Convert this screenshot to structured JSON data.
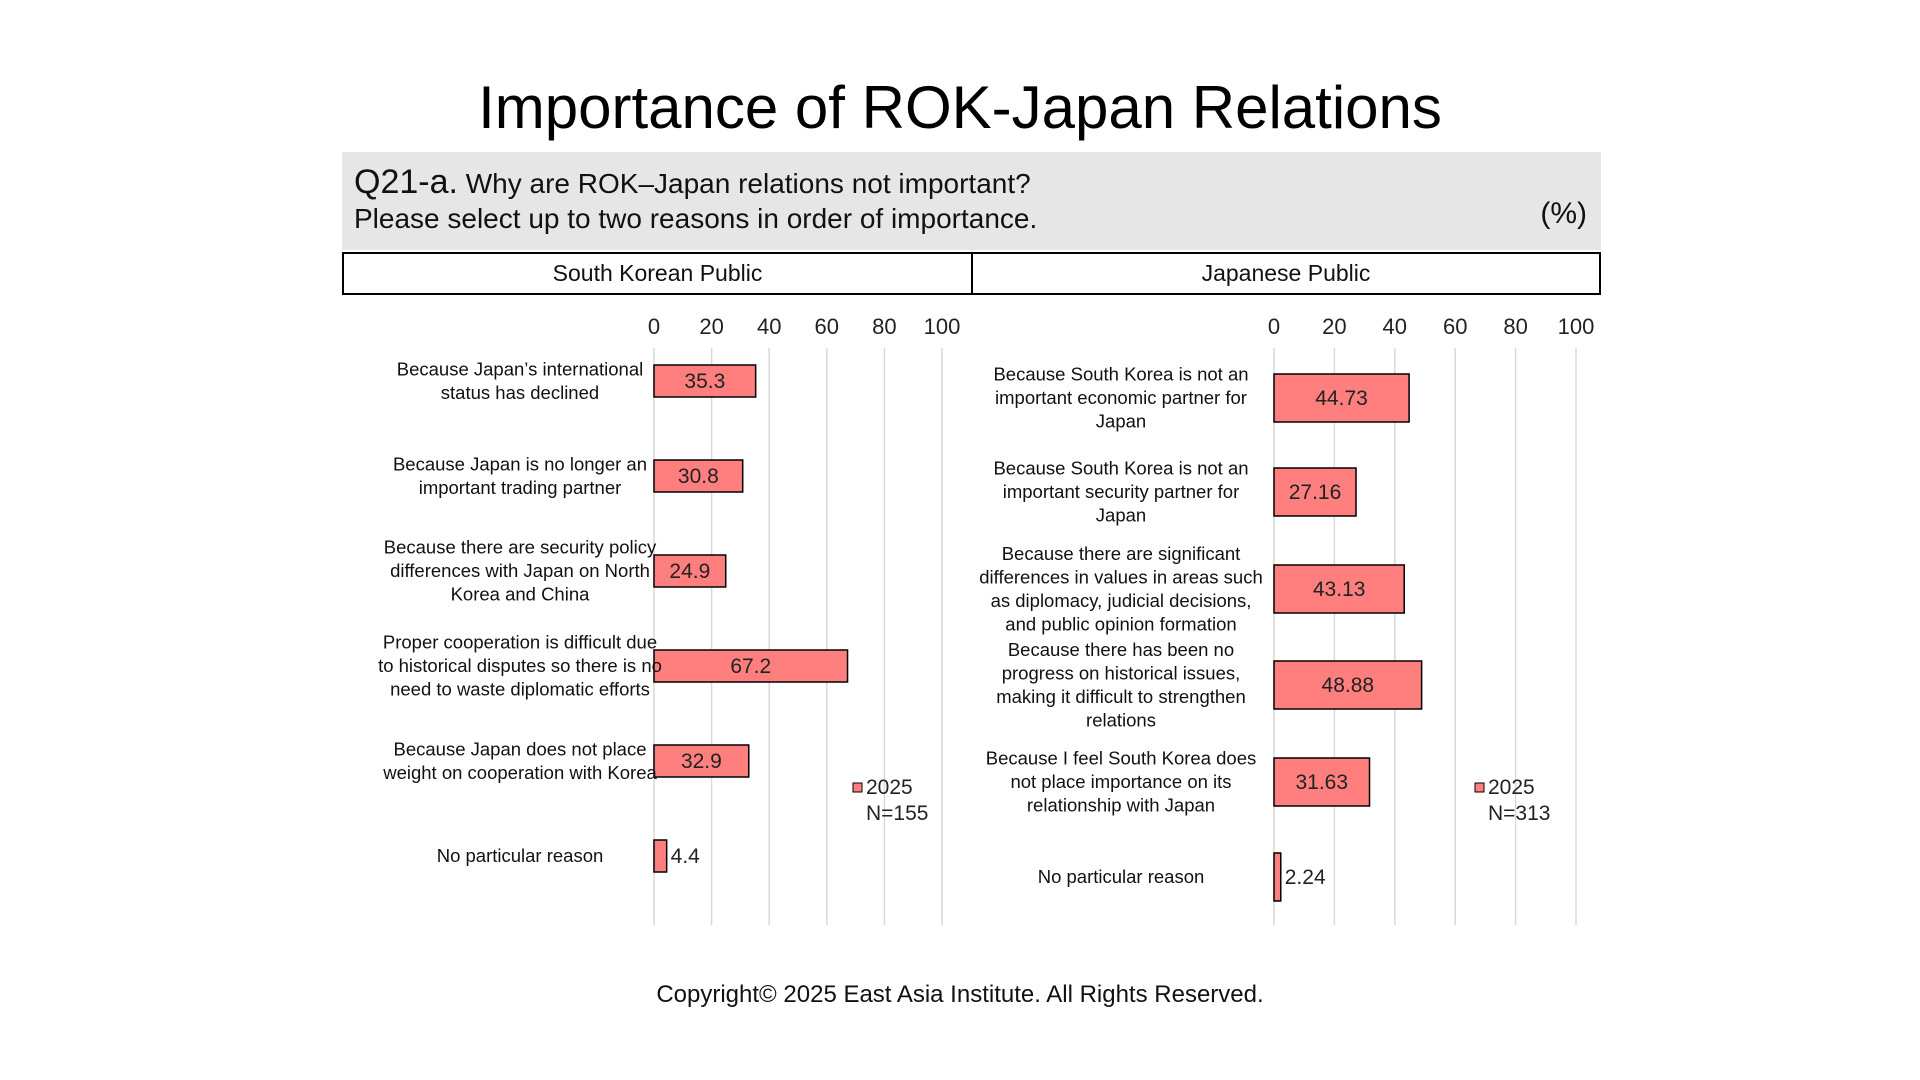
{
  "title": "Importance of ROK-Japan Relations",
  "question": {
    "id": "Q21-a.",
    "line1": "Why are ROK–Japan relations not important?",
    "line2": "Please select up to two reasons in order of importance.",
    "unit": "(%)"
  },
  "colors": {
    "bar": "#ff7f7f",
    "bar_border": "#000000",
    "grid": "#d9d9d9"
  },
  "chart_data": [
    {
      "type": "bar",
      "orientation": "horizontal",
      "panel_title": "South Korean Public",
      "xlim": [
        0,
        100
      ],
      "xticks": [
        "0",
        "20",
        "40",
        "60",
        "80",
        "100"
      ],
      "grid": true,
      "legend": {
        "series": "2025",
        "n": "N=155",
        "placement": "bottom-right"
      },
      "categories": [
        [
          "Because Japan’s international",
          "status has declined"
        ],
        [
          "Because Japan is no longer an",
          "important trading partner"
        ],
        [
          "Because there are security policy",
          "differences with Japan on North",
          "Korea and China"
        ],
        [
          "Proper cooperation is difficult due",
          "to historical disputes so there is no",
          "need to waste diplomatic efforts"
        ],
        [
          "Because Japan does not place",
          "weight on cooperation with Korea"
        ],
        [
          "No particular reason"
        ]
      ],
      "values": [
        35.3,
        30.8,
        24.9,
        67.2,
        32.9,
        4.4
      ],
      "value_labels": [
        "35.3",
        "30.8",
        "24.9",
        "67.2",
        "32.9",
        "4.4"
      ]
    },
    {
      "type": "bar",
      "orientation": "horizontal",
      "panel_title": "Japanese Public",
      "xlim": [
        0,
        100
      ],
      "xticks": [
        "0",
        "20",
        "40",
        "60",
        "80",
        "100"
      ],
      "grid": true,
      "legend": {
        "series": "2025",
        "n": "N=313",
        "placement": "bottom-right"
      },
      "categories": [
        [
          "Because South Korea is not an",
          "important economic partner for",
          "Japan"
        ],
        [
          "Because South Korea is not an",
          "important security partner for",
          "Japan"
        ],
        [
          "Because there are significant",
          "differences in values in areas such",
          "as diplomacy, judicial decisions,",
          "and public opinion formation"
        ],
        [
          "Because there has been no",
          "progress on historical issues,",
          "making it difficult to strengthen",
          "relations"
        ],
        [
          "Because I feel South Korea does",
          "not place importance on its",
          "relationship with Japan"
        ],
        [
          "No particular reason"
        ]
      ],
      "values": [
        44.73,
        27.16,
        43.13,
        48.88,
        31.63,
        2.24
      ],
      "value_labels": [
        "44.73",
        "27.16",
        "43.13",
        "48.88",
        "31.63",
        "2.24"
      ]
    }
  ],
  "copyright": "Copyright© 2025 East Asia Institute. All Rights Reserved."
}
